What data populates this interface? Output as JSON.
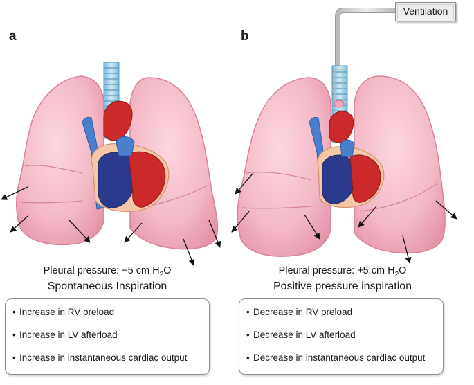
{
  "ventilator": {
    "label": "Ventilation"
  },
  "panels": [
    {
      "letter": "a",
      "pleural_prefix": "Pleural pressure: −5 cm H",
      "pleural_sub": "2",
      "pleural_suffix": "O",
      "caption": "Spontaneous Inspiration",
      "effects": [
        "Increase in RV preload",
        "Increase in LV afterload",
        "Increase in instantaneous cardiac output"
      ]
    },
    {
      "letter": "b",
      "pleural_prefix": "Pleural pressure: +5 cm H",
      "pleural_sub": "2",
      "pleural_suffix": "O",
      "caption": "Positive pressure inspiration",
      "effects": [
        "Decrease in RV preload",
        "Decrease in LV afterload",
        "Decrease in instantaneous cardiac output"
      ]
    }
  ],
  "colors": {
    "lung": "#f4b8c6",
    "lung_edge": "#d98299",
    "trachea": "#a9d8ec",
    "vein_blue": "#4a7fd0",
    "heart_red": "#cc2a2a",
    "heart_dark_blue": "#2b3a8c",
    "tube": "#d0d0d0"
  }
}
